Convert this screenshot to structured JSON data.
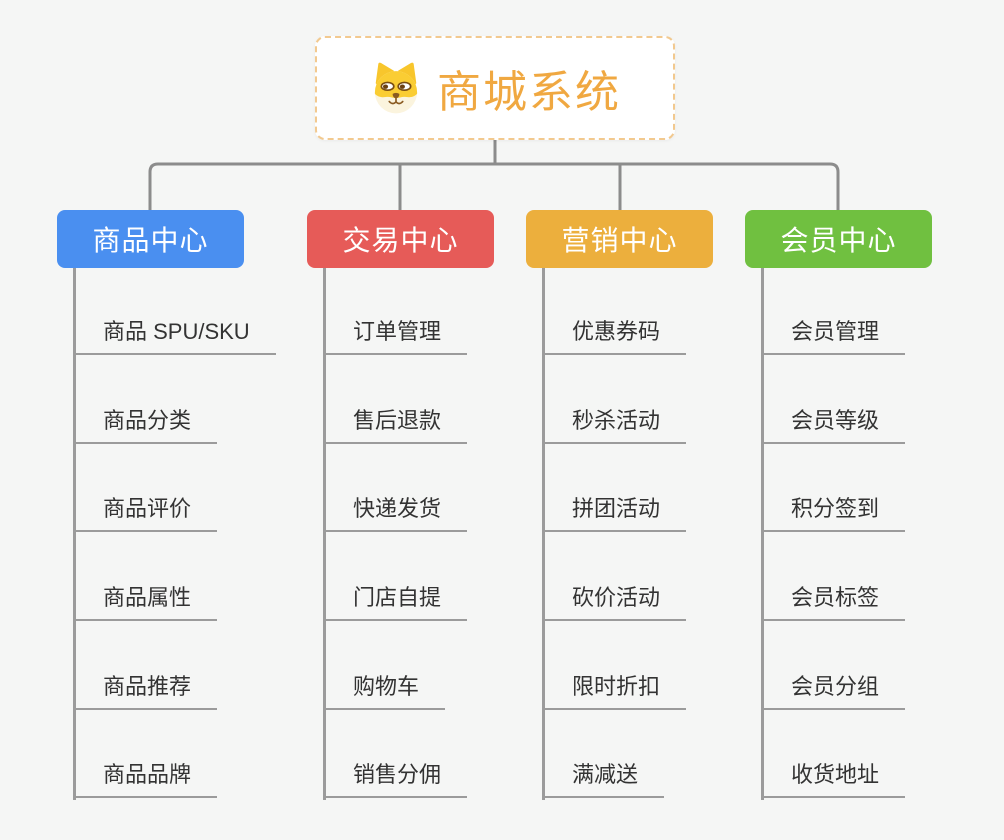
{
  "root": {
    "title": "商城系统",
    "title_color": "#f0a841",
    "border_color": "#f2c98f",
    "icon": "doge-icon"
  },
  "connectors": {
    "tree_line_color": "#8c8c8c",
    "leaf_line_color": "#9b9b9b"
  },
  "branches": [
    {
      "label": "商品中心",
      "color": "#4a8ff0",
      "children": [
        "商品 SPU/SKU",
        "商品分类",
        "商品评价",
        "商品属性",
        "商品推荐",
        "商品品牌"
      ]
    },
    {
      "label": "交易中心",
      "color": "#e65b58",
      "children": [
        "订单管理",
        "售后退款",
        "快递发货",
        "门店自提",
        "购物车",
        "销售分佣"
      ]
    },
    {
      "label": "营销中心",
      "color": "#ecaf3d",
      "children": [
        "优惠券码",
        "秒杀活动",
        "拼团活动",
        "砍价活动",
        "限时折扣",
        "满减送"
      ]
    },
    {
      "label": "会员中心",
      "color": "#70c040",
      "children": [
        "会员管理",
        "会员等级",
        "积分签到",
        "会员标签",
        "会员分组",
        "收货地址"
      ]
    }
  ]
}
